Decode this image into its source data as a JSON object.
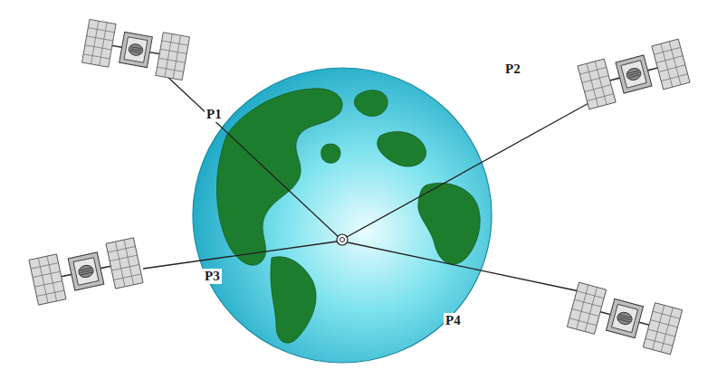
{
  "diagram": {
    "labels": [
      "P1",
      "P2",
      "P3",
      "P4"
    ]
  }
}
